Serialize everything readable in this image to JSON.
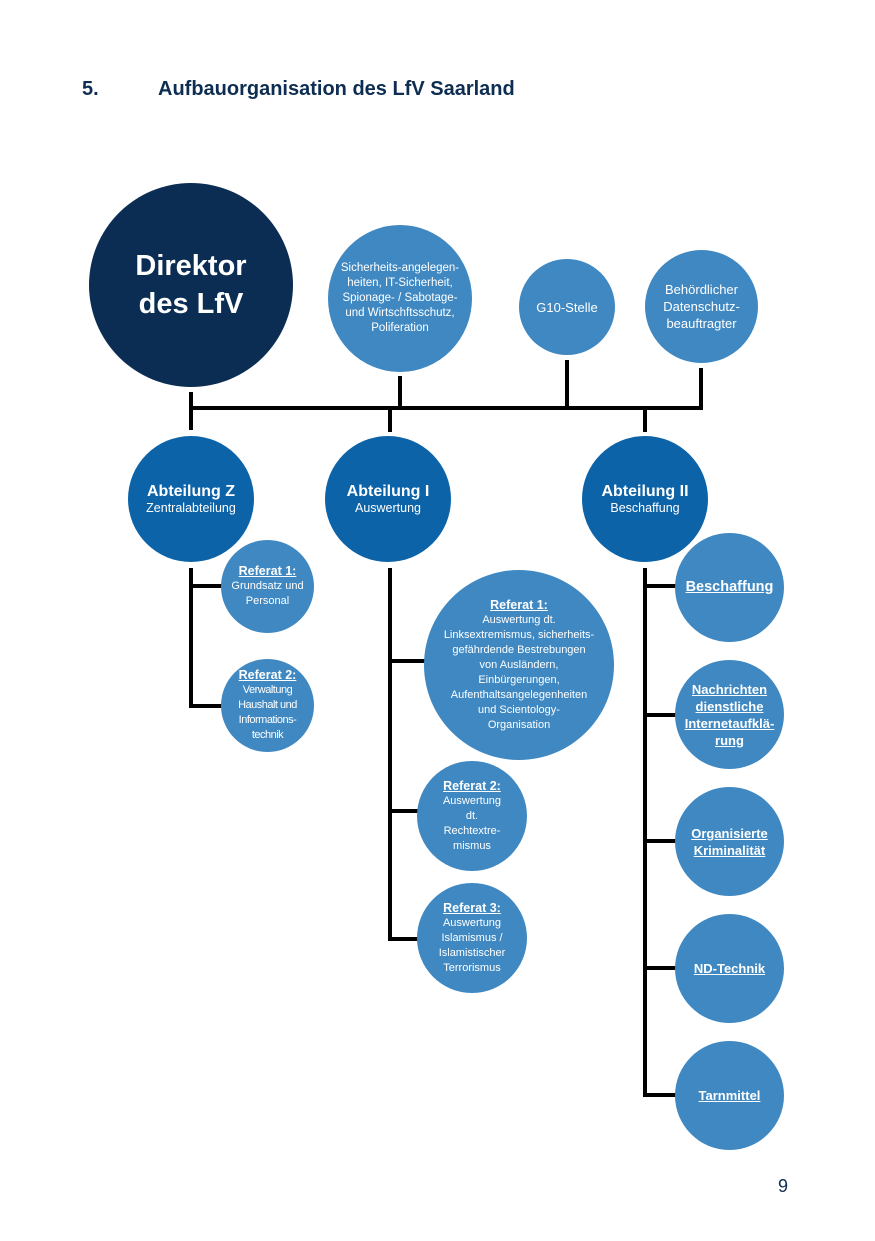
{
  "heading": {
    "number": "5.",
    "title": "Aufbauorganisation des LfV Saarland"
  },
  "director": {
    "title_line1": "Direktor",
    "title_line2": "des LfV"
  },
  "staff": [
    {
      "lines": [
        "Sicherheits-angelegen-",
        "heiten, IT-Sicherheit,",
        "Spionage- / Sabotage-",
        "und Wirtschftsschutz,",
        "Poliferation"
      ]
    },
    {
      "lines": [
        "G10-Stelle"
      ]
    },
    {
      "lines": [
        "Behördlicher",
        "Datenschutz-",
        "beauftragter"
      ]
    }
  ],
  "abteilungen": [
    {
      "title": "Abteilung Z",
      "subtitle": "Zentralabteilung",
      "referate": [
        {
          "title": "Referat 1:",
          "lines": [
            "Grundsatz und",
            "Personal"
          ]
        },
        {
          "title": "Referat 2:",
          "lines": [
            "Verwaltung",
            "Haushalt und",
            "Informations-",
            "technik"
          ]
        }
      ]
    },
    {
      "title": "Abteilung I",
      "subtitle": "Auswertung",
      "referate": [
        {
          "title": "Referat 1:",
          "lines": [
            "Auswertung dt.",
            "Linksextremismus, sicherheits-",
            "gefährdende Bestrebungen",
            "von Ausländern,",
            "Einbürgerungen,",
            "Aufenthaltsangelegenheiten",
            "und Scientology-",
            "Organisation"
          ]
        },
        {
          "title": "Referat 2:",
          "lines": [
            "Auswertung",
            "dt.",
            "Rechtextre-",
            "mismus"
          ]
        },
        {
          "title": "Referat 3:",
          "lines": [
            "Auswertung",
            "Islamismus /",
            "Islamistischer",
            "Terrorismus"
          ]
        }
      ]
    },
    {
      "title": "Abteilung II",
      "subtitle": "Beschaffung",
      "units": [
        {
          "lines": [
            "Beschaffung"
          ]
        },
        {
          "lines": [
            "Nachrichten",
            "dienstliche",
            "Internetaufklä-",
            "rung"
          ]
        },
        {
          "lines": [
            "Organisierte",
            "Kriminalität"
          ]
        },
        {
          "lines": [
            "ND-Technik"
          ]
        },
        {
          "lines": [
            "Tarnmittel"
          ]
        }
      ]
    }
  ],
  "page_number": "9",
  "colors": {
    "dark_navy": "#0b2d53",
    "medium_blue": "#0c63a8",
    "light_blue": "#3f88c2",
    "heading": "#0d2d52",
    "connector": "#000000"
  }
}
